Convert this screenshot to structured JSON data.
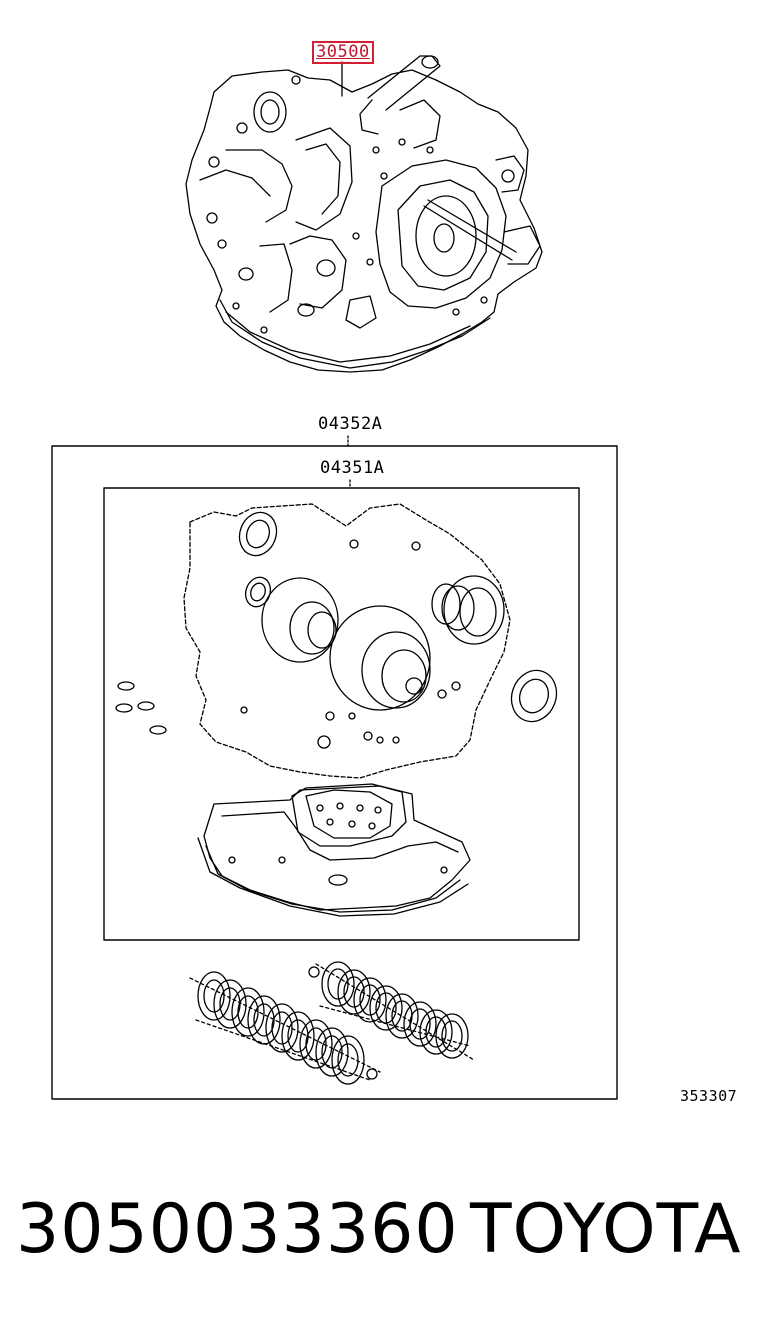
{
  "callouts": {
    "main_part": "30500",
    "outer_kit": "04352A",
    "inner_kit": "04351A",
    "figure_number": "353307"
  },
  "footer": {
    "part_number": "3050033360",
    "brand": "TOYOTA"
  },
  "colors": {
    "highlight": "#d21f33",
    "ink": "#000000",
    "background": "#ffffff"
  }
}
